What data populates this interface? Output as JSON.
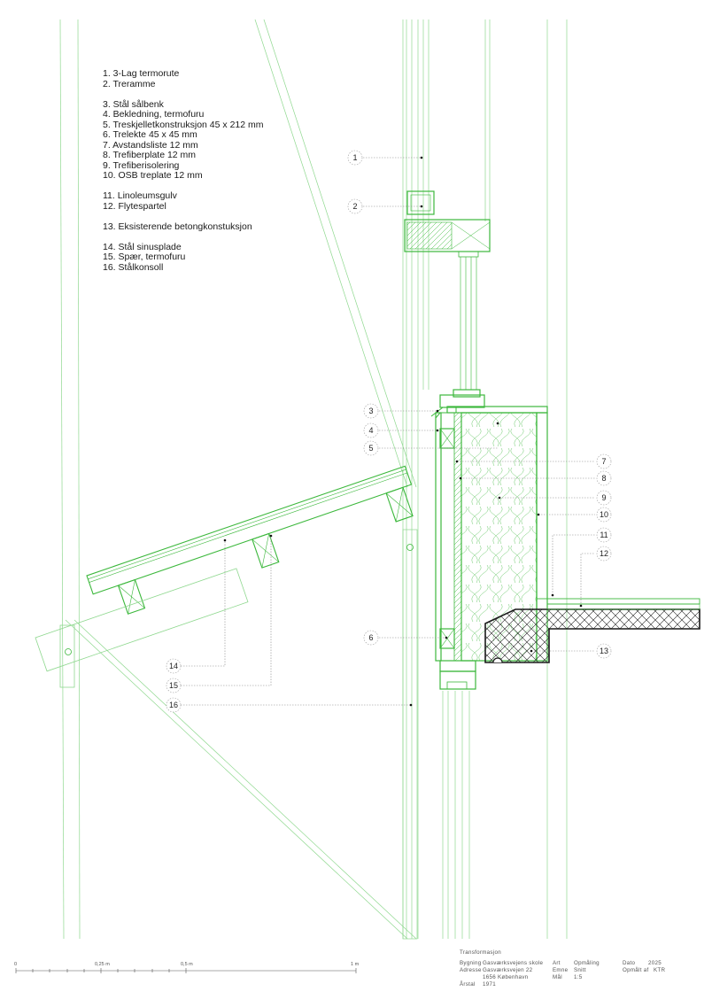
{
  "legend": {
    "groups": [
      [
        "1. 3-Lag termorute",
        "2. Treramme"
      ],
      [
        "3. Stål sålbenk",
        "4. Bekledning, termofuru",
        "5. Treskjelletkonstruksjon 45 x 212 mm",
        "6. Trelekte 45 x 45 mm",
        "7. Avstandsliste 12 mm",
        "8. Trefiberplate 12 mm",
        "9. Trefiberisolering",
        "10. OSB treplate 12 mm"
      ],
      [
        "11. Linoleumsgulv",
        "12. Flytespartel"
      ],
      [
        "13. Eksisterende betongkonstuksjon"
      ],
      [
        "14. Stål sinusplade",
        "15. Spær, termofuru",
        "16. Stålkonsoll"
      ]
    ]
  },
  "callouts": [
    "1",
    "2",
    "3",
    "4",
    "5",
    "6",
    "7",
    "8",
    "9",
    "10",
    "11",
    "12",
    "13",
    "14",
    "15",
    "16"
  ],
  "scale_bar": {
    "labels": [
      "0",
      "0,25 m",
      "0,5 m",
      "1 m"
    ]
  },
  "title_block": {
    "project": "Transformasjon",
    "bygning_label": "Bygning",
    "bygning": "Gasværksvejens skole",
    "adresse_label": "Adresse",
    "adresse_1": "Gasværksvejen 22",
    "adresse_2": "1656 København",
    "aarstal_label": "Årstal",
    "aarstal": "1971",
    "art_label": "Art",
    "art": "Opmåling",
    "emne_label": "Emne",
    "emne": "Snitt",
    "mal_label": "Mål",
    "mal": "1:5",
    "dato_label": "Dato",
    "dato": "2025",
    "opmalt_label": "Opmålt af",
    "opmalt": "KTR"
  },
  "colors": {
    "line": "#3cb83c",
    "line_light": "#8fd88f",
    "hatch": "#9adf9a",
    "concrete": "#1a1a1a",
    "text": "#1a1a1a",
    "leader": "#888888"
  }
}
